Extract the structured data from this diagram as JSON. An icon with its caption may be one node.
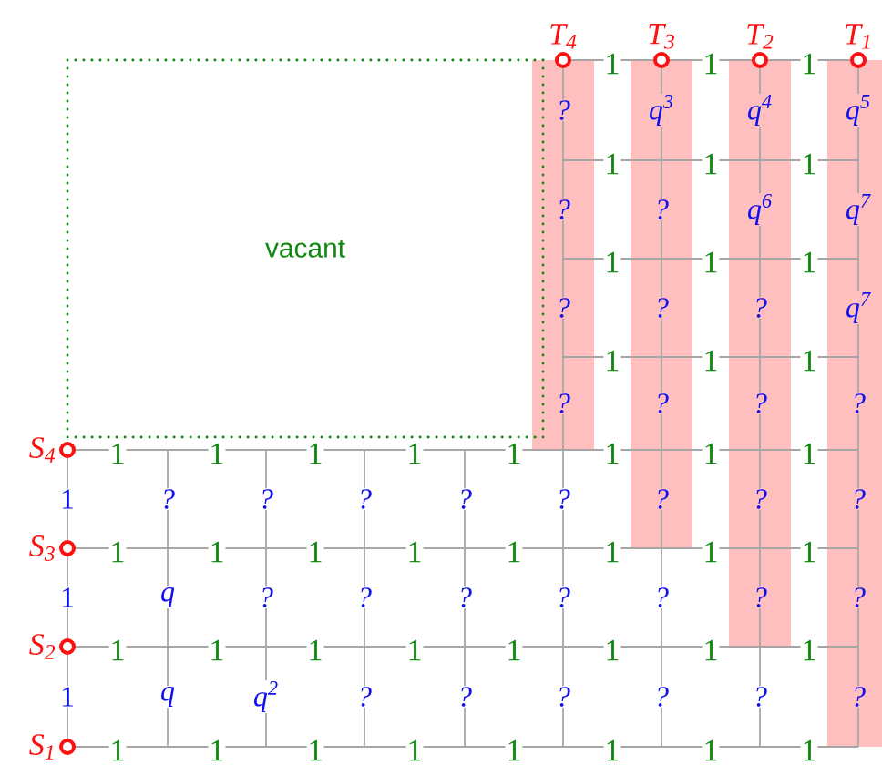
{
  "diagram": {
    "nodes": [
      {
        "text": [
          "T$_{4}$"
        ]
      },
      {
        "text": [
          "T$_{3}$"
        ]
      },
      {
        "text": [
          "T$_{2}$"
        ]
      },
      {
        "text": [
          "T$_{1}$"
        ]
      },
      {
        "text": [
          "vacant"
        ]
      },
      {
        "text": [
          "S$_{4}$"
        ]
      },
      {
        "text": [
          "S$_{3}$"
        ]
      },
      {
        "text": [
          "S$_{2}$"
        ]
      },
      {
        "text": [
          "S$_{1}$"
        ]
      }
    ],
    "labels": [
      "1",
      "1",
      "1",
      "?",
      "q$^{3}$",
      "q$^{4}$",
      "q$^{5}$",
      "1",
      "1",
      "1",
      "?",
      "?",
      "q$^{6}$",
      "q$^{7}$",
      "1",
      "1",
      "1",
      "?",
      "?",
      "?",
      "q$^{7}$",
      "1",
      "1",
      "1",
      "?",
      "?",
      "?",
      "?",
      "1",
      "1",
      "1",
      "1",
      "1",
      "1",
      "1",
      "1",
      "1",
      "?",
      "?",
      "?",
      "?",
      "?",
      "?",
      "?",
      "?",
      "1",
      "1",
      "1",
      "1",
      "1",
      "1",
      "1",
      "1",
      "1",
      "q",
      "?",
      "?",
      "?",
      "?",
      "?",
      "?",
      "?",
      "1",
      "1",
      "1",
      "1",
      "1",
      "1",
      "1",
      "1",
      "1",
      "q",
      "q$^{2}$",
      "?",
      "?",
      "?",
      "?",
      "?",
      "?",
      "1",
      "1",
      "1",
      "1",
      "1",
      "1",
      "1",
      "1"
    ]
  }
}
